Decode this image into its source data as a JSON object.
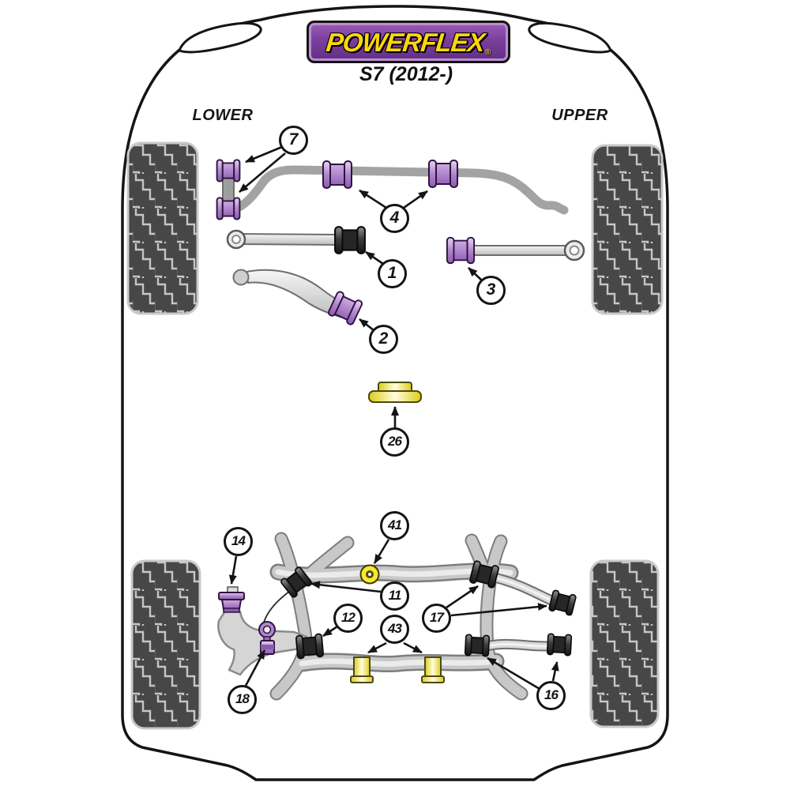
{
  "header": {
    "brand_logo_text": "POWERFLEX",
    "registered_mark": "®",
    "model_label": "S7 (2012-)"
  },
  "view_labels": {
    "front_section": "LOWER",
    "rear_section": "UPPER"
  },
  "callouts": [
    {
      "label": "7",
      "target": "front-anti-roll-bar-drop-link-bushings"
    },
    {
      "label": "4",
      "target": "front-anti-roll-bar-bushings"
    },
    {
      "label": "1",
      "target": "front-lower-arm-rear-bushing"
    },
    {
      "label": "2",
      "target": "front-lower-curved-arm-bushing"
    },
    {
      "label": "3",
      "target": "front-upper-arm-bushing"
    },
    {
      "label": "26",
      "target": "transmission-mount-bushing"
    },
    {
      "label": "14",
      "target": "rear-hub-top-mount-bushing"
    },
    {
      "label": "41",
      "target": "rear-subframe-alignment-washer"
    },
    {
      "label": "11",
      "target": "rear-subframe-front-bushing"
    },
    {
      "label": "12",
      "target": "rear-subframe-rear-bushing"
    },
    {
      "label": "17",
      "target": "rear-upper-arm-bushings"
    },
    {
      "label": "43",
      "target": "rear-beam-mount-bushings"
    },
    {
      "label": "18",
      "target": "rear-anti-roll-bar-link-bushing"
    },
    {
      "label": "16",
      "target": "rear-lower-arm-bushings"
    }
  ],
  "colors": {
    "bushing_purple": "#a876c8",
    "bushing_yellow": "#f5e838",
    "bushing_black": "#2b2b2b",
    "logo_purple": "#7b3f9d",
    "logo_yellow": "#ffd60a",
    "metal_gray": "#c6c6c6",
    "outline_black": "#141414"
  }
}
